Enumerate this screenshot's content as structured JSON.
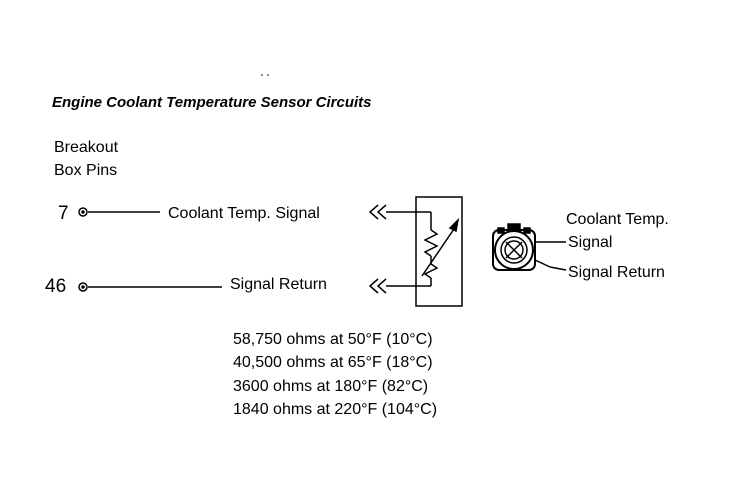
{
  "title": "Engine Coolant Temperature Sensor Circuits",
  "header": {
    "line1": "Breakout",
    "line2": "Box Pins"
  },
  "pins": [
    {
      "number": "7",
      "label": "Coolant Temp. Signal"
    },
    {
      "number": "46",
      "label": "Signal Return"
    }
  ],
  "connector": {
    "label_line1": "Coolant Temp.",
    "label_line2": "Signal",
    "return_label": "Signal Return"
  },
  "resistance_specs": [
    "58,750 ohms at 50°F (10°C)",
    "40,500 ohms at 65°F (18°C)",
    "3600 ohms at 180°F (82°C)",
    "1840 ohms at 220°F (104°C)"
  ]
}
